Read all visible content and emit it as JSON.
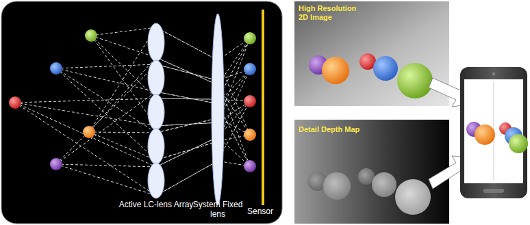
{
  "diagram": {
    "nodes": [
      {
        "text": [
          "High Resolution 2D Image"
        ]
      },
      {
        "text": [
          "Detail Depth Map"
        ]
      }
    ],
    "labels": [
      "Active LC-lens Array",
      "System Fixed lens",
      "Sensor"
    ]
  }
}
